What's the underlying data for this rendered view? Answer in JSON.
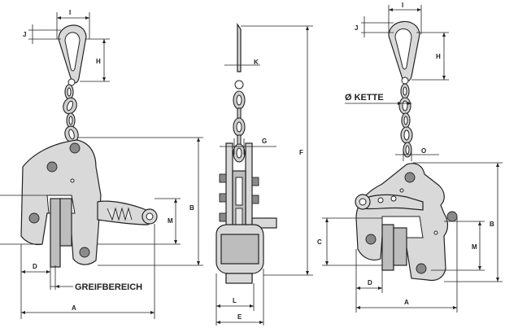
{
  "views": {
    "front": {
      "labels": {
        "I": "I",
        "J": "J",
        "H": "H",
        "M": "M",
        "B": "B",
        "D": "D",
        "A": "A",
        "greifbereich": "GREIFBEREICH"
      }
    },
    "side": {
      "labels": {
        "K": "K",
        "G": "G",
        "F": "F",
        "L": "L",
        "E": "E"
      }
    },
    "open": {
      "labels": {
        "I": "I",
        "J": "J",
        "H": "H",
        "chain": "Ø KETTE",
        "O": "O",
        "C": "C",
        "M": "M",
        "B": "B",
        "D": "D",
        "A": "A"
      }
    }
  }
}
